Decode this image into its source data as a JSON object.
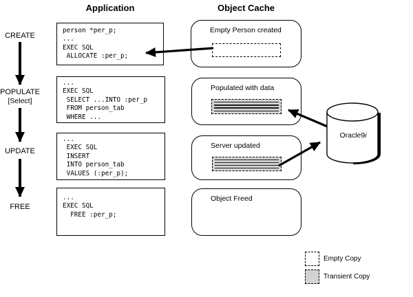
{
  "header": {
    "application": "Application",
    "object_cache": "Object Cache"
  },
  "stages": [
    {
      "label": "CREATE",
      "sublabel": "",
      "code": [
        "person *per_p;",
        "...",
        "EXEC SQL",
        " ALLOCATE :per_p;"
      ],
      "cache_title": "Empty Person created",
      "copy_type": "empty"
    },
    {
      "label": "POPULATE",
      "sublabel": "[Select]",
      "code": [
        "...",
        "EXEC SQL",
        " SELECT ...INTO :per_p",
        " FROM person_tab",
        " WHERE ..."
      ],
      "cache_title": "Populated with data",
      "copy_type": "transient"
    },
    {
      "label": "UPDATE",
      "sublabel": "",
      "code": [
        "...",
        " EXEC SQL",
        " INSERT",
        " INTO person_tab",
        " VALUES (:per_p);"
      ],
      "cache_title": "Server updated",
      "copy_type": "transient"
    },
    {
      "label": "FREE",
      "sublabel": "",
      "code": [
        "...",
        "EXEC SQL",
        "  FREE :per_p;"
      ],
      "cache_title": "Object Freed",
      "copy_type": "none"
    }
  ],
  "database": {
    "name": "Oracle9",
    "name_italic_suffix": "i"
  },
  "legend": {
    "empty": "Empty Copy",
    "transient": "Transient Copy"
  },
  "colors": {
    "line": "#000000",
    "transient_fill": "#d3d3d3",
    "background": "#ffffff"
  }
}
